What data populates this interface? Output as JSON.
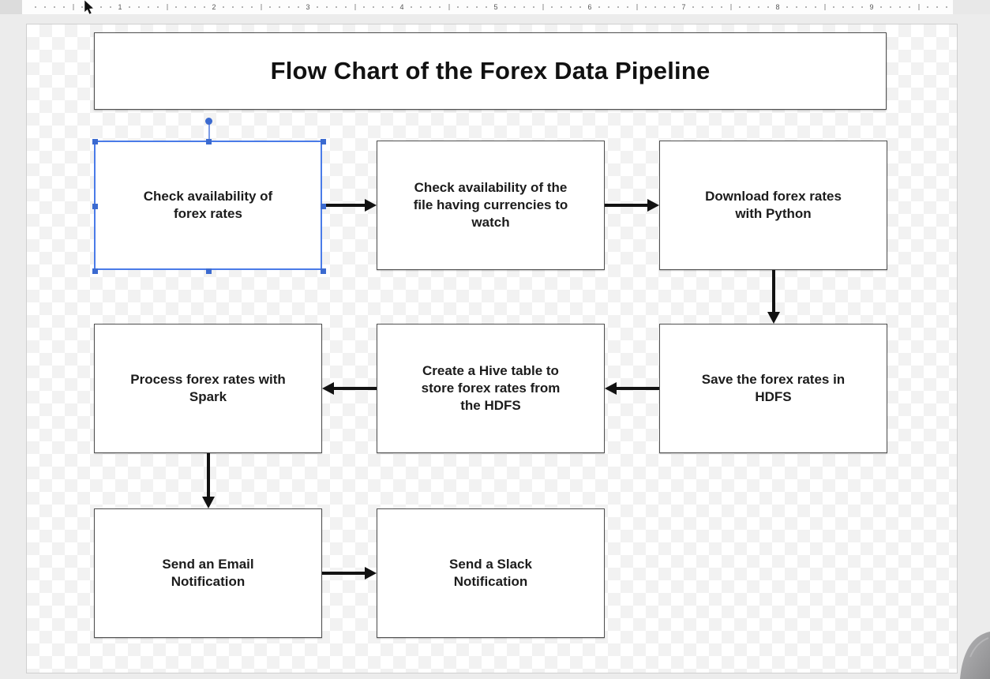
{
  "ruler": {
    "numbers": [
      "1",
      "2",
      "3",
      "4",
      "5",
      "6",
      "7",
      "8",
      "9"
    ]
  },
  "title": {
    "text": "Flow Chart of the Forex Data Pipeline"
  },
  "flowchart": {
    "nodes": [
      {
        "id": "check-forex-rates",
        "lines": [
          "Check availability of",
          "forex rates"
        ],
        "col": 0,
        "row": 0,
        "selected": true
      },
      {
        "id": "check-currency-file",
        "lines": [
          "Check availability of the",
          "file having currencies to",
          "watch"
        ],
        "col": 1,
        "row": 0,
        "selected": false
      },
      {
        "id": "download-python",
        "lines": [
          "Download forex rates",
          "with Python"
        ],
        "col": 2,
        "row": 0,
        "selected": false
      },
      {
        "id": "process-spark",
        "lines": [
          "Process forex rates with",
          "Spark"
        ],
        "col": 0,
        "row": 1,
        "selected": false
      },
      {
        "id": "hive-table",
        "lines": [
          "Create a Hive table to",
          "store forex rates from",
          "the HDFS"
        ],
        "col": 1,
        "row": 1,
        "selected": false
      },
      {
        "id": "save-hdfs",
        "lines": [
          "Save the forex rates in",
          "HDFS"
        ],
        "col": 2,
        "row": 1,
        "selected": false
      },
      {
        "id": "email-notification",
        "lines": [
          "Send an Email",
          "Notification"
        ],
        "col": 0,
        "row": 2,
        "selected": false
      },
      {
        "id": "slack-notification",
        "lines": [
          "Send a Slack",
          "Notification"
        ],
        "col": 1,
        "row": 2,
        "selected": false
      }
    ],
    "edges": [
      {
        "from": "check-forex-rates",
        "to": "check-currency-file",
        "dir": "right"
      },
      {
        "from": "check-currency-file",
        "to": "download-python",
        "dir": "right"
      },
      {
        "from": "download-python",
        "to": "save-hdfs",
        "dir": "down"
      },
      {
        "from": "save-hdfs",
        "to": "hive-table",
        "dir": "left"
      },
      {
        "from": "hive-table",
        "to": "process-spark",
        "dir": "left"
      },
      {
        "from": "process-spark",
        "to": "email-notification",
        "dir": "down"
      },
      {
        "from": "email-notification",
        "to": "slack-notification",
        "dir": "right"
      }
    ]
  },
  "colors": {
    "selection_blue": "#4a7be8",
    "handle_blue": "#3b6ad0",
    "arrow_black": "#121212",
    "node_border": "#4f4f4f"
  }
}
